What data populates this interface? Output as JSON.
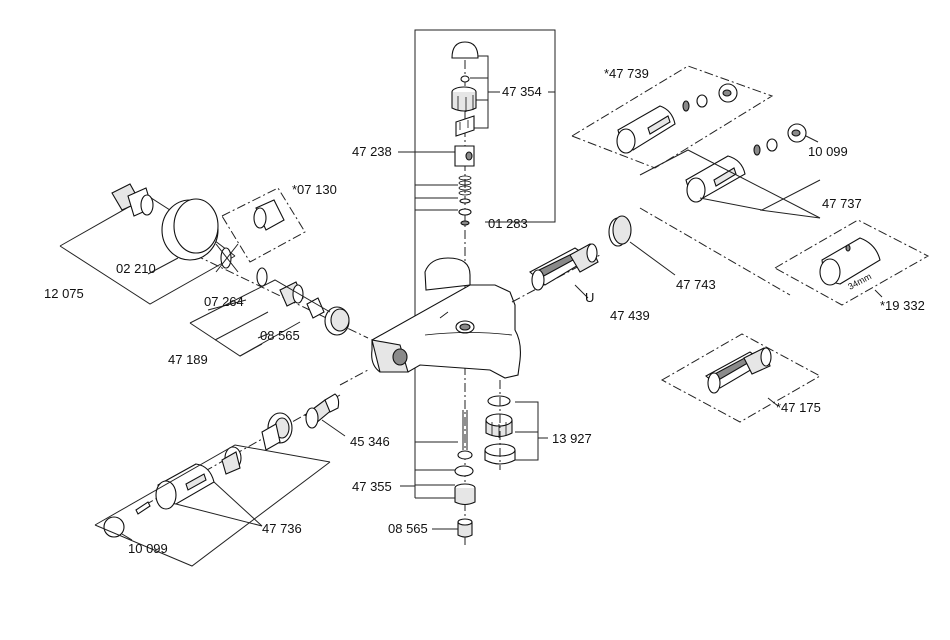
{
  "labels": {
    "p47354": "47 354",
    "p47238": "47 238",
    "p01283": "01 283",
    "p47739": "*47 739",
    "p10099_r": "10 099",
    "p47737": "47 737",
    "p47743": "47 743",
    "p19332": "*19 332",
    "p34mm": "34mm",
    "p47439": "47 439",
    "pU": "U",
    "p47175": "*47 175",
    "p07130": "*07 130",
    "p02210": "02 210",
    "p12075": "12 075",
    "p07264": "07 264",
    "p08565_l": "08 565",
    "p47189": "47 189",
    "p45346": "45 346",
    "p47736": "47 736",
    "p10099_l": "10 099",
    "p13927": "13 927",
    "p47355": "47 355",
    "p08565_b": "08 565"
  }
}
